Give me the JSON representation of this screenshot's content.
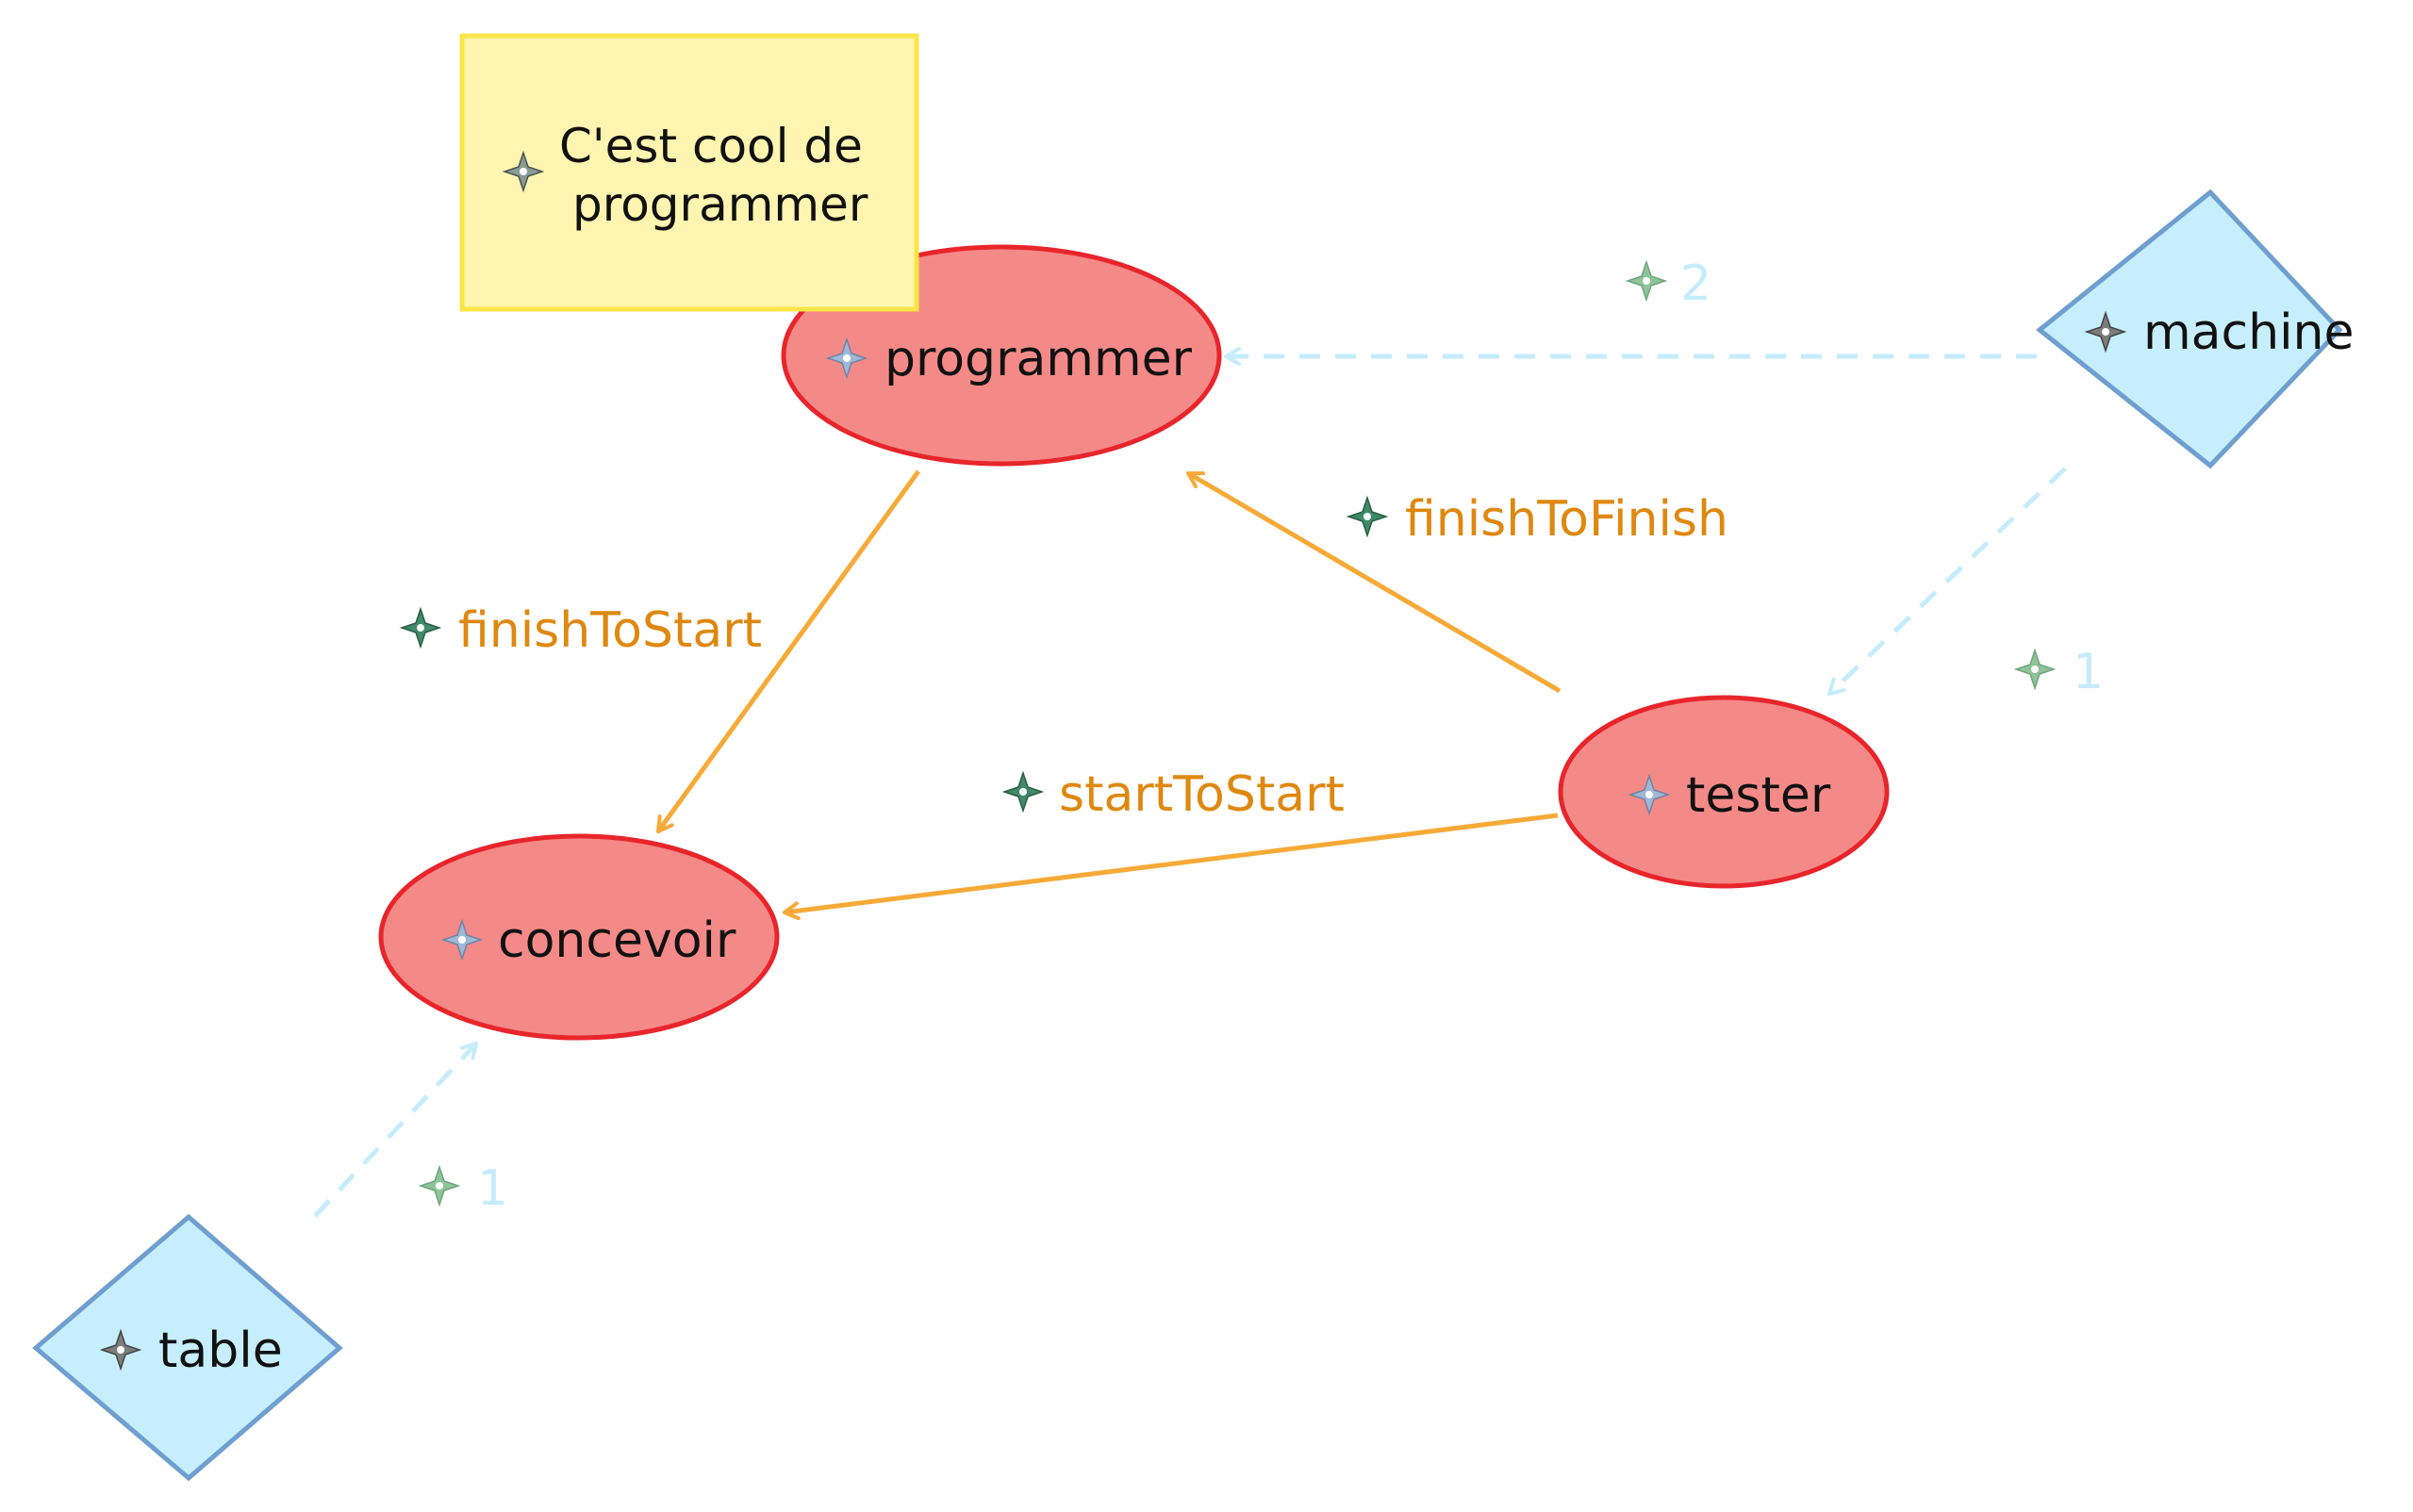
{
  "diagram": {
    "nodes": [
      {
        "id": "programmer",
        "label": "programmer",
        "kind": "task",
        "icon": "task-icon"
      },
      {
        "id": "concevoir",
        "label": "concevoir",
        "kind": "task",
        "icon": "task-icon"
      },
      {
        "id": "tester",
        "label": "tester",
        "kind": "task",
        "icon": "task-icon"
      },
      {
        "id": "machine",
        "label": "machine",
        "kind": "resource",
        "icon": "resource-icon"
      },
      {
        "id": "table",
        "label": "table",
        "kind": "resource",
        "icon": "resource-icon"
      }
    ],
    "note": {
      "lines": [
        "C'est cool de",
        "programmer"
      ],
      "attached_to": "programmer",
      "icon": "note-icon"
    },
    "dependencies": [
      {
        "id": "dep-finish-to-start",
        "label": "finishToStart",
        "from": "programmer",
        "to": "concevoir"
      },
      {
        "id": "dep-finish-to-finish",
        "label": "finishToFinish",
        "from": "tester",
        "to": "programmer"
      },
      {
        "id": "dep-start-to-start",
        "label": "startToStart",
        "from": "tester",
        "to": "concevoir"
      }
    ],
    "allocations": [
      {
        "id": "alloc-machine-programmer",
        "label": "2",
        "from": "machine",
        "to": "programmer"
      },
      {
        "id": "alloc-machine-tester",
        "label": "1",
        "from": "machine",
        "to": "tester"
      },
      {
        "id": "alloc-table-concevoir",
        "label": "1",
        "from": "table",
        "to": "concevoir"
      }
    ],
    "colors": {
      "task_fill": "#f48a88",
      "task_stroke": "#e8252b",
      "resource_fill": "#c6eefd",
      "resource_stroke": "#6f9fcf",
      "note_fill": "#fff5b0",
      "note_stroke": "#fbe447",
      "dependency_edge": "#f7aa37",
      "dependency_text": "#df8810",
      "allocation_edge": "#c5ecfb",
      "allocation_text": "#c5ecfb",
      "edge_icon_dep": "#3f8a68",
      "edge_icon_alloc": "#8fc49a"
    }
  }
}
